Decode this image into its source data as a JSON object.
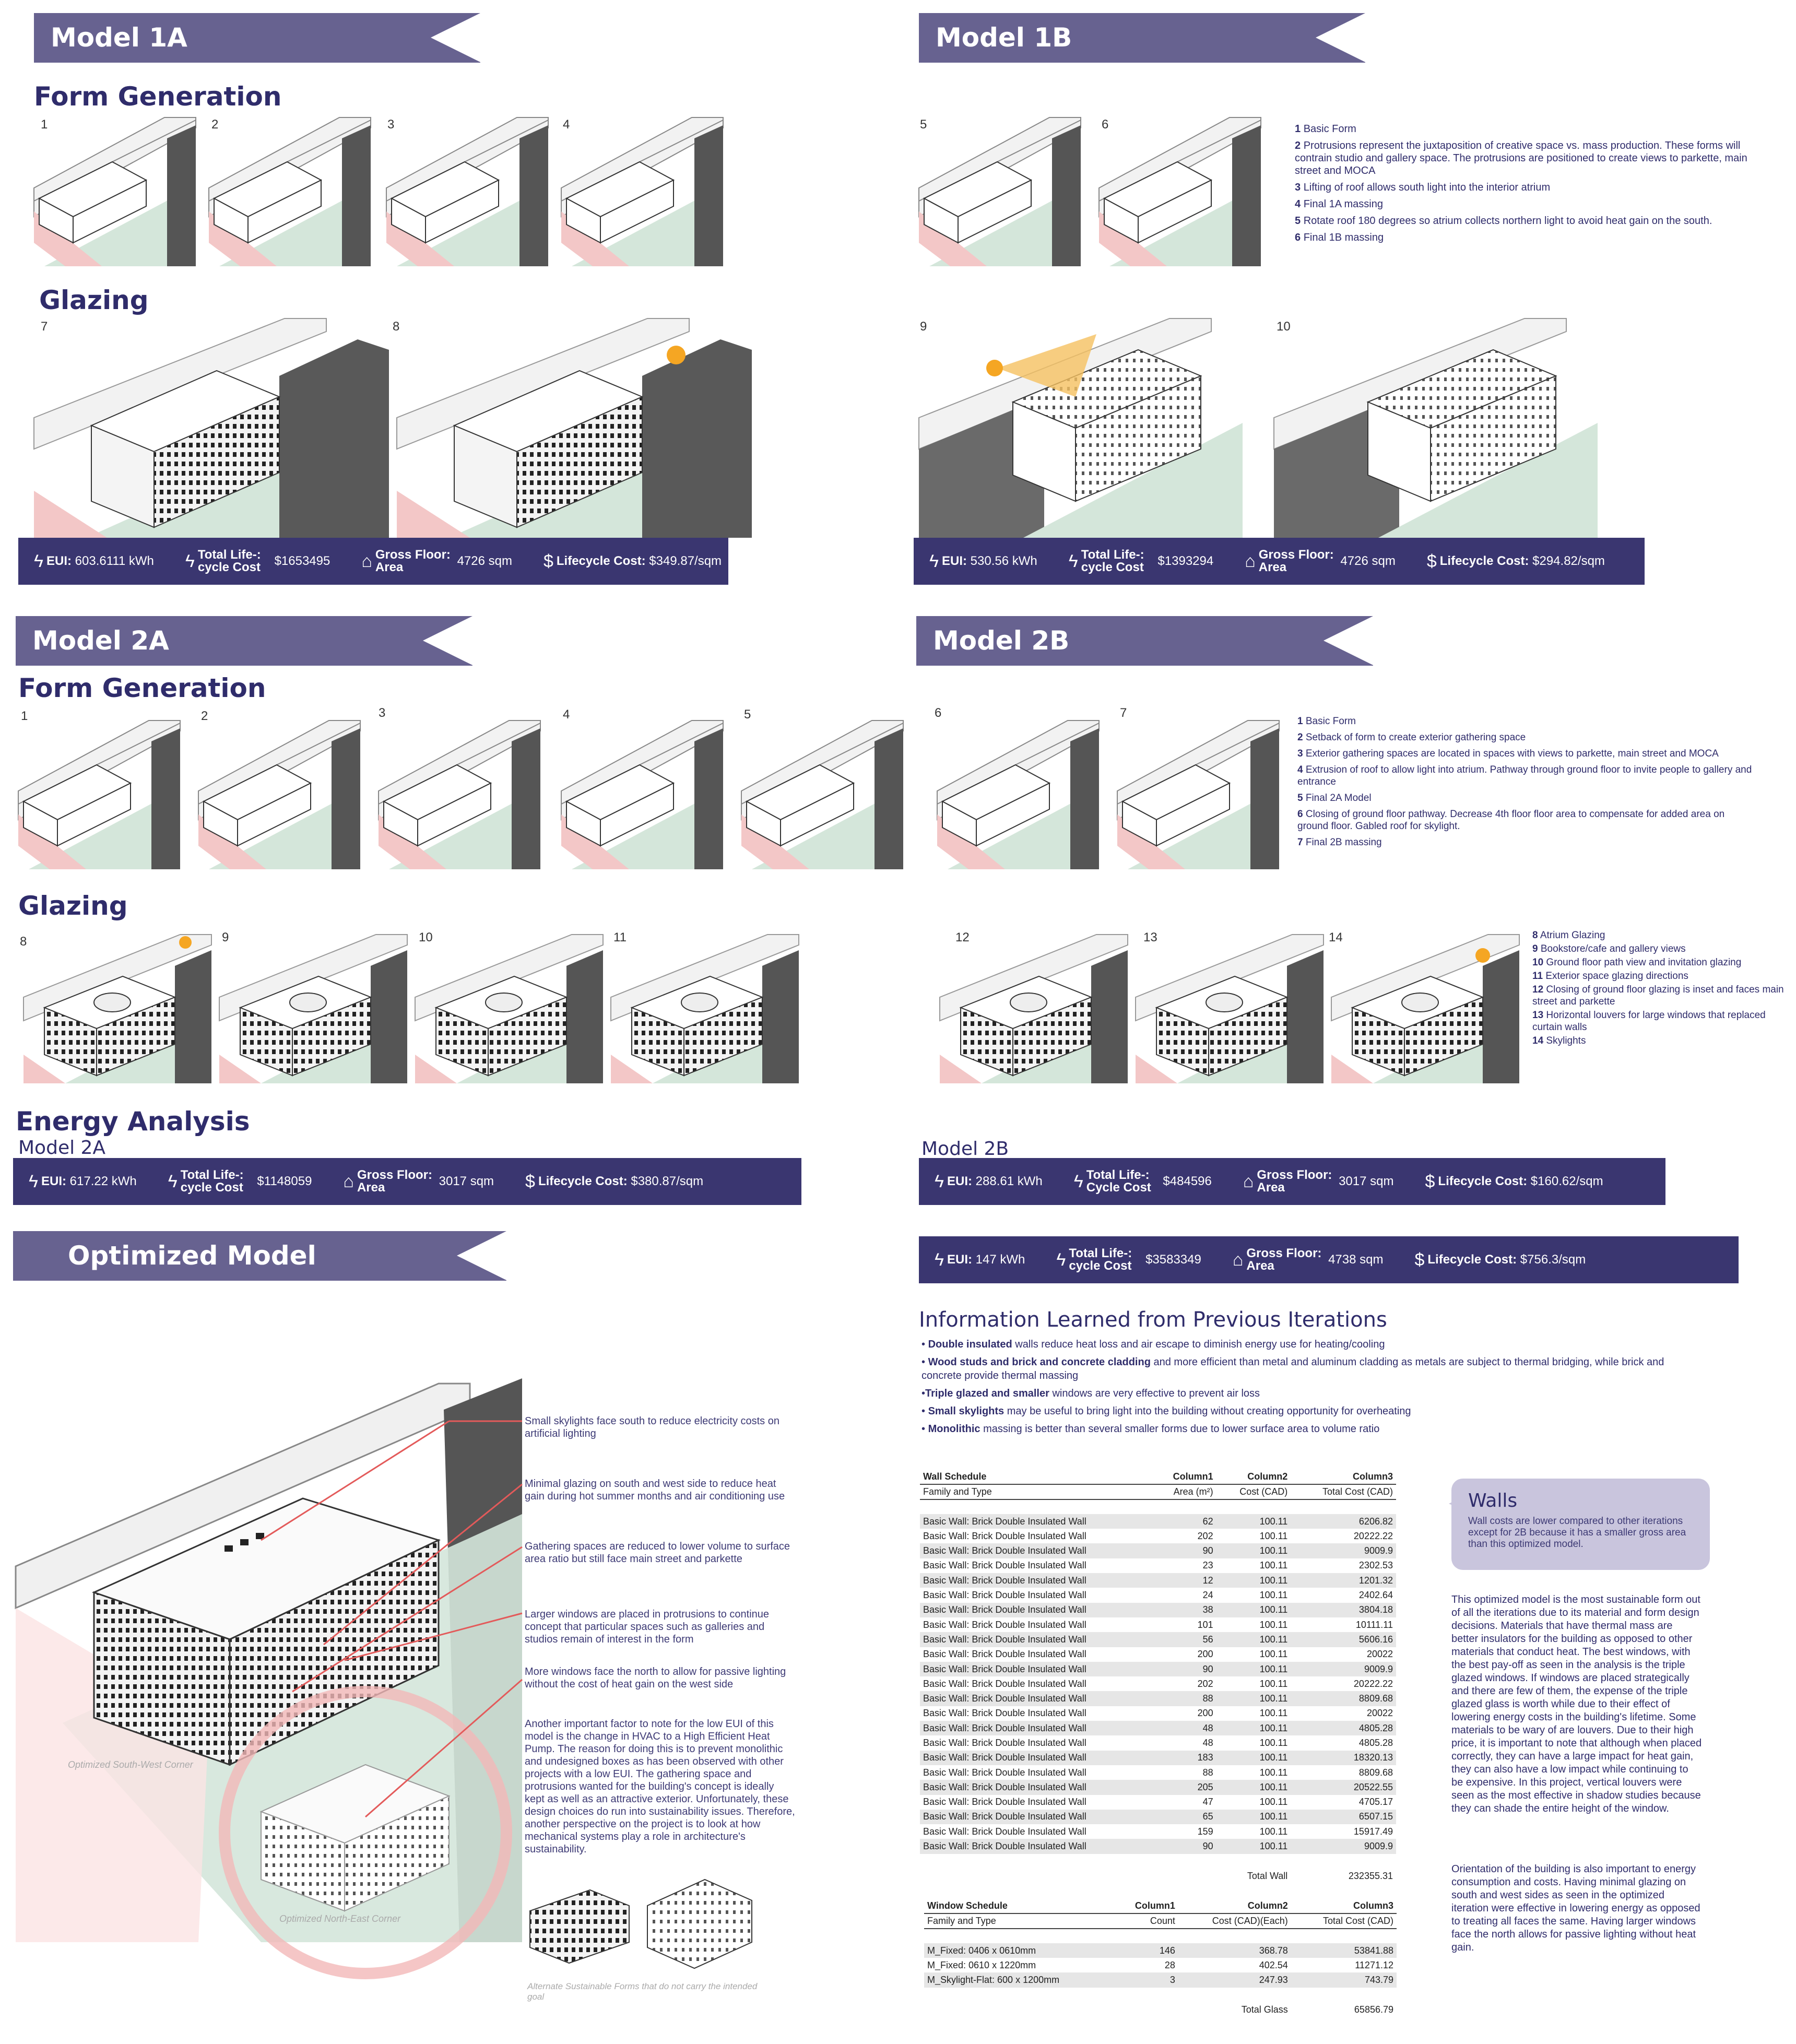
{
  "model1a": {
    "title": "Model 1A",
    "form_heading": "Form Generation",
    "glazing_heading": "Glazing",
    "steps": [
      "1",
      "2",
      "3",
      "4",
      "7",
      "8"
    ],
    "stats": {
      "eui_label": "EUI:",
      "eui": "603.6111 kWh",
      "tlc_label": "Total Life-: cycle Cost",
      "tlc": "$1653495",
      "gfa_label": "Gross Floor: Area",
      "gfa": "4726 sqm",
      "lcc_label": "Lifecycle Cost:",
      "lcc": "$349.87/sqm"
    }
  },
  "model1b": {
    "title": "Model 1B",
    "steps": [
      "5",
      "6",
      "9",
      "10"
    ],
    "notes": [
      {
        "n": "1",
        "t": "Basic Form"
      },
      {
        "n": "2",
        "t": "Protrusions represent the juxtaposition of creative space vs. mass production. These forms will contrain studio and gallery space. The protrusions are positioned to create views to parkette, main street and MOCA"
      },
      {
        "n": "3",
        "t": "Lifting of roof allows south light into the interior atrium"
      },
      {
        "n": "4",
        "t": "Final 1A massing"
      },
      {
        "n": "5",
        "t": "Rotate roof 180 degrees so atrium collects northern light to avoid heat gain on the south."
      },
      {
        "n": "6",
        "t": "Final 1B massing"
      }
    ],
    "stats": {
      "eui_label": "EUI:",
      "eui": "530.56 kWh",
      "tlc_label": "Total Life-: cycle Cost",
      "tlc": "$1393294",
      "gfa_label": "Gross Floor: Area",
      "gfa": "4726 sqm",
      "lcc_label": "Lifecycle Cost:",
      "lcc": "$294.82/sqm"
    }
  },
  "model2a": {
    "title": "Model 2A",
    "form_heading": "Form Generation",
    "glazing_heading": "Glazing",
    "energy_heading": "Energy Analysis",
    "energy_sub": "Model 2A",
    "steps": [
      "1",
      "2",
      "3",
      "4",
      "5",
      "8",
      "9",
      "10",
      "11"
    ],
    "stats": {
      "eui_label": "EUI:",
      "eui": "617.22 kWh",
      "tlc_label": "Total Life-: cycle Cost",
      "tlc": "$1148059",
      "gfa_label": "Gross Floor: Area",
      "gfa": "3017 sqm",
      "lcc_label": "Lifecycle Cost:",
      "lcc": "$380.87/sqm"
    }
  },
  "model2b": {
    "title": "Model 2B",
    "energy_sub": "Model 2B",
    "steps": [
      "6",
      "7",
      "12",
      "13",
      "14"
    ],
    "notes": [
      {
        "n": "1",
        "t": "Basic Form"
      },
      {
        "n": "2",
        "t": "Setback of form to create exterior gathering space"
      },
      {
        "n": "3",
        "t": "Exterior gathering spaces are located in spaces with views to parkette, main street and MOCA"
      },
      {
        "n": "4",
        "t": "Extrusion of roof to allow light into atrium. Pathway through ground floor to invite people to gallery and entrance"
      },
      {
        "n": "5",
        "t": "Final 2A Model"
      },
      {
        "n": "6",
        "t": "Closing of ground floor pathway. Decrease 4th floor floor area to compensate for added area on ground floor. Gabled roof for skylight."
      },
      {
        "n": "7",
        "t": "Final 2B massing"
      }
    ],
    "glazing_notes": [
      {
        "n": "8",
        "t": "Atrium Glazing"
      },
      {
        "n": "9",
        "t": "Bookstore/cafe and gallery views"
      },
      {
        "n": "10",
        "t": "Ground floor path view and invitation glazing"
      },
      {
        "n": "11",
        "t": "Exterior space glazing directions"
      },
      {
        "n": "12",
        "t": "Closing of ground floor glazing is inset and faces main street and parkette"
      },
      {
        "n": "13",
        "t": "Horizontal louvers for large windows that replaced curtain walls"
      },
      {
        "n": "14",
        "t": "Skylights"
      }
    ],
    "stats": {
      "eui_label": "EUI:",
      "eui": "288.61 kWh",
      "tlc_label": "Total Life-: Cycle Cost",
      "tlc": "$484596",
      "gfa_label": "Gross Floor: Area",
      "gfa": "3017 sqm",
      "lcc_label": "Lifecycle Cost:",
      "lcc": "$160.62/sqm"
    }
  },
  "optimized": {
    "title": "Optimized Model",
    "stats": {
      "eui_label": "EUI:",
      "eui": "147 kWh",
      "tlc_label": "Total Life-: cycle Cost",
      "tlc": "$3583349",
      "gfa_label": "Gross Floor: Area",
      "gfa": "4738 sqm",
      "lcc_label": "Lifecycle Cost:",
      "lcc": "$756.3/sqm"
    },
    "callouts": [
      "Small skylights face south to reduce electricity costs on artificial lighting",
      "Minimal glazing on south and west side to reduce heat gain during hot summer months and air conditioning use",
      "Gathering spaces are reduced to lower volume to surface area ratio but still face main street and parkette",
      "Larger windows are placed in protrusions to continue concept that particular spaces such as galleries and studios remain of interest in the form",
      "More windows face the north to allow for passive lighting without the cost of heat gain on the west side",
      "Another important factor to note for the low EUI of this model is the change in HVAC to a High Efficient Heat Pump. The reason for doing this is to prevent monolithic and undesigned boxes as has been observed with other projects with a low EUI. The gathering space and protrusions wanted for the building's concept is ideally kept as well as an attractive exterior. Unfortunately, these design choices do run into sustainability issues. Therefore, another perspective on the project is to look at how mechanical systems play a role in architecture's sustainability."
    ],
    "label_sw": "Optimized South-West Corner",
    "label_ne": "Optimized North-East Corner",
    "label_alt": "Alternate Sustainable Forms that do not carry the intended goal"
  },
  "info": {
    "title": "Information Learned from Previous Iterations",
    "bullets": [
      {
        "b": "Double insulated",
        "t": " walls reduce heat loss and air escape to diminish energy use for heating/cooling"
      },
      {
        "b": "Wood studs and brick and concrete cladding",
        "t": " and more efficient than metal and aluminum cladding as metals are subject to thermal bridging, while brick and concrete provide thermal massing"
      },
      {
        "b": "Triple glazed and smaller",
        "t": " windows are very effective to prevent air loss"
      },
      {
        "b": "Small skylights",
        "t": " may be useful to bring light into the building without creating opportunity for overheating"
      },
      {
        "b": "Monolithic",
        "t": " massing is better than several smaller forms due to lower surface area to volume ratio"
      }
    ]
  },
  "wall_schedule": {
    "headers": [
      "Wall Schedule",
      "Column1",
      "Column2",
      "Column3"
    ],
    "subheaders": [
      "Family and Type",
      "Area (m²)",
      "Cost (CAD)",
      "Total Cost (CAD)"
    ],
    "rows": [
      [
        "Basic Wall: Brick Double Insulated Wall",
        "62",
        "100.11",
        "6206.82"
      ],
      [
        "Basic Wall: Brick Double Insulated Wall",
        "202",
        "100.11",
        "20222.22"
      ],
      [
        "Basic Wall: Brick Double Insulated Wall",
        "90",
        "100.11",
        "9009.9"
      ],
      [
        "Basic Wall: Brick Double Insulated Wall",
        "23",
        "100.11",
        "2302.53"
      ],
      [
        "Basic Wall: Brick Double Insulated Wall",
        "12",
        "100.11",
        "1201.32"
      ],
      [
        "Basic Wall: Brick Double Insulated Wall",
        "24",
        "100.11",
        "2402.64"
      ],
      [
        "Basic Wall: Brick Double Insulated Wall",
        "38",
        "100.11",
        "3804.18"
      ],
      [
        "Basic Wall: Brick Double Insulated Wall",
        "101",
        "100.11",
        "10111.11"
      ],
      [
        "Basic Wall: Brick Double Insulated Wall",
        "56",
        "100.11",
        "5606.16"
      ],
      [
        "Basic Wall: Brick Double Insulated Wall",
        "200",
        "100.11",
        "20022"
      ],
      [
        "Basic Wall: Brick Double Insulated Wall",
        "90",
        "100.11",
        "9009.9"
      ],
      [
        "Basic Wall: Brick Double Insulated Wall",
        "202",
        "100.11",
        "20222.22"
      ],
      [
        "Basic Wall: Brick Double Insulated Wall",
        "88",
        "100.11",
        "8809.68"
      ],
      [
        "Basic Wall: Brick Double Insulated Wall",
        "200",
        "100.11",
        "20022"
      ],
      [
        "Basic Wall: Brick Double Insulated Wall",
        "48",
        "100.11",
        "4805.28"
      ],
      [
        "Basic Wall: Brick Double Insulated Wall",
        "48",
        "100.11",
        "4805.28"
      ],
      [
        "Basic Wall: Brick Double Insulated Wall",
        "183",
        "100.11",
        "18320.13"
      ],
      [
        "Basic Wall: Brick Double Insulated Wall",
        "88",
        "100.11",
        "8809.68"
      ],
      [
        "Basic Wall: Brick Double Insulated Wall",
        "205",
        "100.11",
        "20522.55"
      ],
      [
        "Basic Wall: Brick Double Insulated Wall",
        "47",
        "100.11",
        "4705.17"
      ],
      [
        "Basic Wall: Brick Double Insulated Wall",
        "65",
        "100.11",
        "6507.15"
      ],
      [
        "Basic Wall: Brick Double Insulated Wall",
        "159",
        "100.11",
        "15917.49"
      ],
      [
        "Basic Wall: Brick Double Insulated Wall",
        "90",
        "100.11",
        "9009.9"
      ]
    ],
    "total_label": "Total Wall",
    "total": "232355.31"
  },
  "window_schedule": {
    "headers": [
      "Window Schedule",
      "Column1",
      "Column2",
      "Column3"
    ],
    "subheaders": [
      "Family and Type",
      "Count",
      "Cost (CAD)(Each)",
      "Total Cost (CAD)"
    ],
    "rows": [
      [
        "M_Fixed: 0406 x 0610mm",
        "146",
        "368.78",
        "53841.88"
      ],
      [
        "M_Fixed: 0610 x 1220mm",
        "28",
        "402.54",
        "11271.12"
      ],
      [
        "M_Skylight-Flat: 600 x 1200mm",
        "3",
        "247.93",
        "743.79"
      ]
    ],
    "total_label": "Total Glass",
    "total": "65856.79"
  },
  "walls_box": {
    "title": "Walls",
    "text": "Wall costs are lower compared to other iterations except for 2B because it has a smaller gross area than this optimized model."
  },
  "summary": {
    "p1": "This optimized model is the most sustainable form out of all the iterations due to its material and form design decisions. Materials that have thermal mass are better insulators for the building as opposed to other materials that conduct heat. The best windows, with the best pay-off as seen in the analysis is the triple glazed windows. If windows are placed strategically and there are few of them, the expense of the triple glazed glass is worth while due to their effect of lowering energy costs in the building's lifetime. Some materials to be wary of are louvers. Due to their high price, it is important to note that although when placed correctly, they can have a large impact for heat gain, they can also have a low impact while continuing to be expensive. In this project, vertical louvers were seen as the most effective in shadow studies because they can shade the entire height of the window.",
    "p2": "Orientation of the building is also important to energy consumption and costs. Having minimal glazing on south and west sides as seen in the optimized iteration were effective in lowering energy as opposed to treating all faces the same. Having larger windows face the north allows for passive lighting without heat gain."
  },
  "colors": {
    "banner": "#676290",
    "statbar": "#3a3670",
    "text": "#2f2c6b",
    "red": "#e35a5a",
    "green": "#cfe3d6",
    "pink": "#f6cfcf",
    "sun": "#f5a623"
  }
}
